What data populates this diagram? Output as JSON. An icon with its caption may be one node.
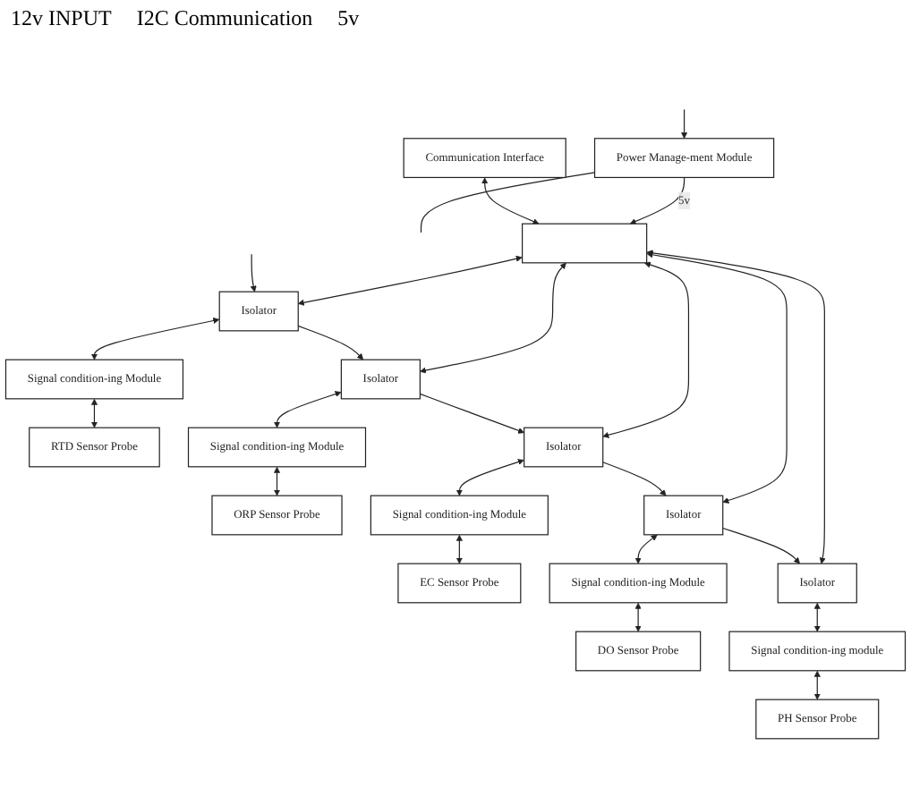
{
  "diagram": {
    "nodes": [
      {
        "text": [
          "Communication Interface"
        ]
      },
      {
        "text": [
          "Power Manage-ment Module"
        ]
      },
      {
        "text": [],
        "shape": "box"
      },
      {
        "text": [
          "Isolator"
        ]
      },
      {
        "text": [
          "Signal condition-ing module"
        ]
      },
      {
        "text": [
          "PH Sensor Probe"
        ]
      },
      {
        "text": [
          "Isolator"
        ]
      },
      {
        "text": [
          "Signal condition-ing Module"
        ]
      },
      {
        "text": [
          "DO Sensor Probe"
        ]
      },
      {
        "text": [
          "Isolator"
        ]
      },
      {
        "text": [
          "Signal condition-ing Module"
        ]
      },
      {
        "text": [
          "EC Sensor Probe"
        ]
      },
      {
        "text": [
          "Isolator"
        ]
      },
      {
        "text": [
          "Signal condition-ing Module"
        ]
      },
      {
        "text": [
          "ORP Sensor Probe"
        ]
      },
      {
        "text": [
          "Isolator"
        ]
      },
      {
        "text": [
          "Signal condition-ing Module"
        ]
      },
      {
        "text": [
          "RTD Sensor Probe"
        ]
      }
    ],
    "edges": [
      {
        "from": null,
        "to": 1,
        "arrow": "to"
      },
      {
        "from": 1,
        "to": 2,
        "arrow": "to",
        "label": "5v"
      },
      {
        "from": 0,
        "to": 2,
        "arrow": "both"
      },
      {
        "from": 1,
        "to": null,
        "arrow": "none"
      },
      {
        "from": 2,
        "to": 3,
        "arrow": "both"
      },
      {
        "from": 2,
        "to": 6,
        "arrow": "both"
      },
      {
        "from": 2,
        "to": 9,
        "arrow": "both"
      },
      {
        "from": 2,
        "to": 12,
        "arrow": "both"
      },
      {
        "from": 2,
        "to": 15,
        "arrow": "both"
      },
      {
        "from": 3,
        "to": 4,
        "arrow": "both"
      },
      {
        "from": 4,
        "to": 5,
        "arrow": "both"
      },
      {
        "from": 6,
        "to": 7,
        "arrow": "both"
      },
      {
        "from": 7,
        "to": 8,
        "arrow": "both"
      },
      {
        "from": 9,
        "to": 10,
        "arrow": "both"
      },
      {
        "from": 10,
        "to": 11,
        "arrow": "both"
      },
      {
        "from": 12,
        "to": 13,
        "arrow": "both"
      },
      {
        "from": 13,
        "to": 14,
        "arrow": "both"
      },
      {
        "from": 15,
        "to": 16,
        "arrow": "both"
      },
      {
        "from": 16,
        "to": 17,
        "arrow": "both"
      },
      {
        "from": 6,
        "to": 3,
        "arrow": "to"
      },
      {
        "from": 9,
        "to": 6,
        "arrow": "to"
      },
      {
        "from": 12,
        "to": 9,
        "arrow": "to"
      },
      {
        "from": 15,
        "to": 12,
        "arrow": "to"
      },
      {
        "from": null,
        "to": 15,
        "arrow": "to"
      }
    ],
    "labels": [
      "12v INPUT",
      "I2C Communication",
      "5v"
    ]
  }
}
